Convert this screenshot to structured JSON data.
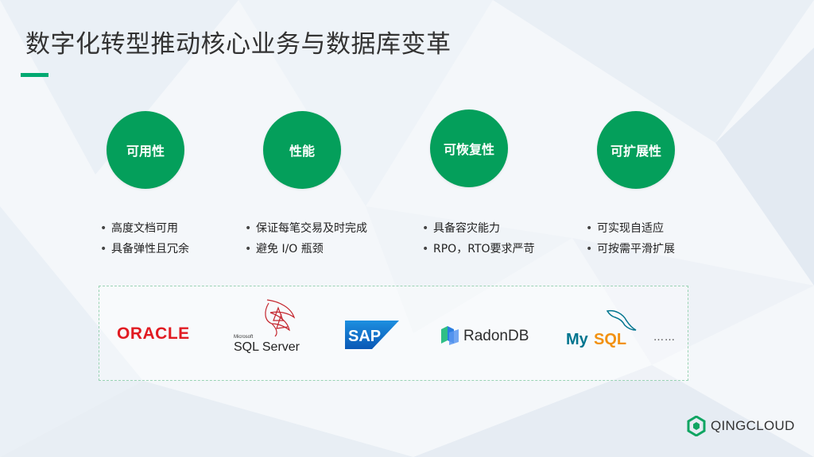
{
  "title": "数字化转型推动核心业务与数据库变革",
  "pillars": [
    {
      "label": "可用性",
      "bullets": [
        "高度文档可用",
        "具备弹性且冗余"
      ]
    },
    {
      "label": "性能",
      "bullets": [
        "保证每笔交易及时完成",
        "避免 I/O 瓶颈"
      ]
    },
    {
      "label": "可恢复性",
      "bullets": [
        "具备容灾能力",
        "RPO，RTO要求严苛"
      ]
    },
    {
      "label": "可扩展性",
      "bullets": [
        "可实现自适应",
        "可按需平滑扩展"
      ]
    }
  ],
  "logos": {
    "oracle": "ORACLE",
    "sql_server_small": "Microsoft",
    "sql_server": "SQL Server",
    "sap": "SAP",
    "radondb": "RadonDB",
    "mysql_my": "My",
    "mysql_sql": "SQL",
    "more": "……"
  },
  "brand": "QINGCLOUD",
  "colors": {
    "accent_green": "#049f5b",
    "title_text": "#333333",
    "oracle_red": "#e11b22",
    "sap_blue": "#1570c4",
    "mysql_blue": "#00758f",
    "mysql_orange": "#f29111"
  }
}
